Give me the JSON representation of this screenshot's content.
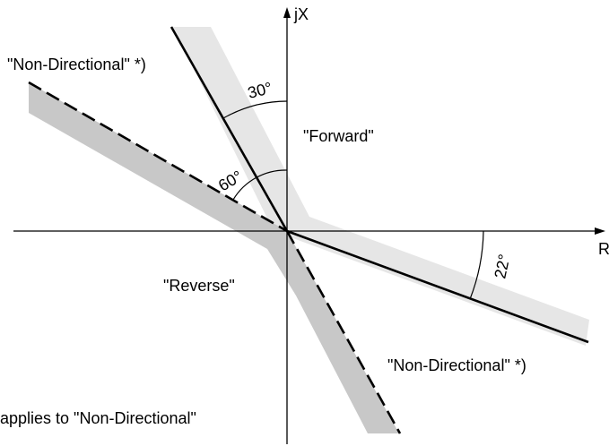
{
  "axes": {
    "y_label": "jX",
    "x_label": "R"
  },
  "regions": {
    "forward": "\"Forward\"",
    "reverse": "\"Reverse\"",
    "non_directional_top": "\"Non-Directional\" *)",
    "non_directional_bottom": "\"Non-Directional\" *)"
  },
  "angles": {
    "a30": "30°",
    "a60": "60°",
    "a22": "22°"
  },
  "footnote": "*) applies to \"Non-Directional\"",
  "colors": {
    "light_band": "#e6e6e6",
    "dark_band": "#c8c8c8",
    "line": "#000000"
  }
}
